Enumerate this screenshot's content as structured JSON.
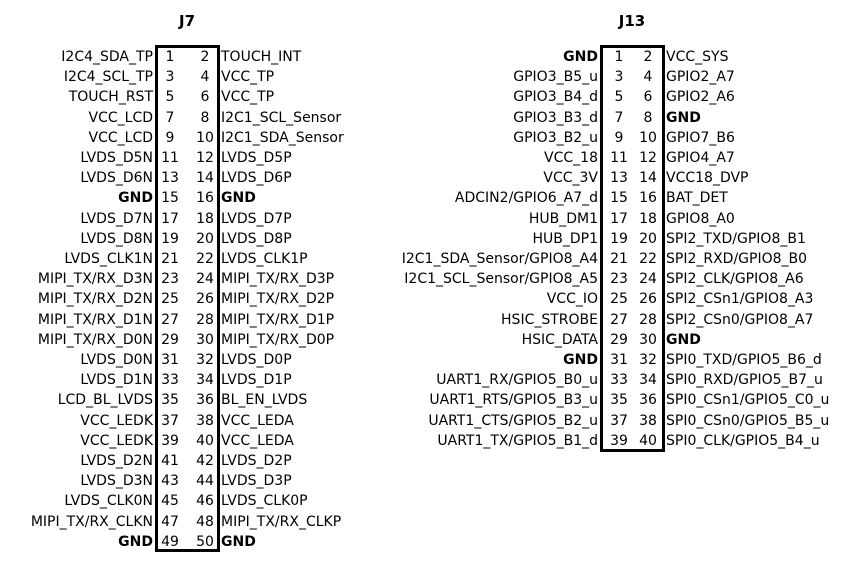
{
  "j7": {
    "title": "J7",
    "rows": [
      {
        "l": "I2C4_SDA_TP",
        "n1": "1",
        "n2": "2",
        "r": "TOUCH_INT"
      },
      {
        "l": "I2C4_SCL_TP",
        "n1": "3",
        "n2": "4",
        "r": "VCC_TP"
      },
      {
        "l": "TOUCH_RST",
        "n1": "5",
        "n2": "6",
        "r": "VCC_TP"
      },
      {
        "l": "VCC_LCD",
        "n1": "7",
        "n2": "8",
        "r": "I2C1_SCL_Sensor"
      },
      {
        "l": "VCC_LCD",
        "n1": "9",
        "n2": "10",
        "r": "I2C1_SDA_Sensor"
      },
      {
        "l": "LVDS_D5N",
        "n1": "11",
        "n2": "12",
        "r": "LVDS_D5P"
      },
      {
        "l": "LVDS_D6N",
        "n1": "13",
        "n2": "14",
        "r": "LVDS_D6P"
      },
      {
        "l": "GND",
        "n1": "15",
        "n2": "16",
        "r": "GND"
      },
      {
        "l": "LVDS_D7N",
        "n1": "17",
        "n2": "18",
        "r": "LVDS_D7P"
      },
      {
        "l": "LVDS_D8N",
        "n1": "19",
        "n2": "20",
        "r": "LVDS_D8P"
      },
      {
        "l": "LVDS_CLK1N",
        "n1": "21",
        "n2": "22",
        "r": "LVDS_CLK1P"
      },
      {
        "l": "MIPI_TX/RX_D3N",
        "n1": "23",
        "n2": "24",
        "r": "MIPI_TX/RX_D3P"
      },
      {
        "l": "MIPI_TX/RX_D2N",
        "n1": "25",
        "n2": "26",
        "r": "MIPI_TX/RX_D2P"
      },
      {
        "l": "MIPI_TX/RX_D1N",
        "n1": "27",
        "n2": "28",
        "r": "MIPI_TX/RX_D1P"
      },
      {
        "l": "MIPI_TX/RX_D0N",
        "n1": "29",
        "n2": "30",
        "r": "MIPI_TX/RX_D0P"
      },
      {
        "l": "LVDS_D0N",
        "n1": "31",
        "n2": "32",
        "r": "LVDS_D0P"
      },
      {
        "l": "LVDS_D1N",
        "n1": "33",
        "n2": "34",
        "r": "LVDS_D1P"
      },
      {
        "l": "LCD_BL_LVDS",
        "n1": "35",
        "n2": "36",
        "r": "BL_EN_LVDS"
      },
      {
        "l": "VCC_LEDK",
        "n1": "37",
        "n2": "38",
        "r": "VCC_LEDA"
      },
      {
        "l": "VCC_LEDK",
        "n1": "39",
        "n2": "40",
        "r": "VCC_LEDA"
      },
      {
        "l": "LVDS_D2N",
        "n1": "41",
        "n2": "42",
        "r": "LVDS_D2P"
      },
      {
        "l": "LVDS_D3N",
        "n1": "43",
        "n2": "44",
        "r": "LVDS_D3P"
      },
      {
        "l": "LVDS_CLK0N",
        "n1": "45",
        "n2": "46",
        "r": "LVDS_CLK0P"
      },
      {
        "l": "MIPI_TX/RX_CLKN",
        "n1": "47",
        "n2": "48",
        "r": "MIPI_TX/RX_CLKP"
      },
      {
        "l": "GND",
        "n1": "49",
        "n2": "50",
        "r": "GND"
      }
    ]
  },
  "j13": {
    "title": "J13",
    "rows": [
      {
        "l": "GND",
        "n1": "1",
        "n2": "2",
        "r": "VCC_SYS"
      },
      {
        "l": "GPIO3_B5_u",
        "n1": "3",
        "n2": "4",
        "r": "GPIO2_A7"
      },
      {
        "l": "GPIO3_B4_d",
        "n1": "5",
        "n2": "6",
        "r": "GPIO2_A6"
      },
      {
        "l": "GPIO3_B3_d",
        "n1": "7",
        "n2": "8",
        "r": "GND"
      },
      {
        "l": "GPIO3_B2_u",
        "n1": "9",
        "n2": "10",
        "r": "GPIO7_B6"
      },
      {
        "l": "VCC_18",
        "n1": "11",
        "n2": "12",
        "r": "GPIO4_A7"
      },
      {
        "l": "VCC_3V",
        "n1": "13",
        "n2": "14",
        "r": "VCC18_DVP"
      },
      {
        "l": "ADCIN2/GPIO6_A7_d",
        "n1": "15",
        "n2": "16",
        "r": "BAT_DET"
      },
      {
        "l": "HUB_DM1",
        "n1": "17",
        "n2": "18",
        "r": "GPIO8_A0"
      },
      {
        "l": "HUB_DP1",
        "n1": "19",
        "n2": "20",
        "r": "SPI2_TXD/GPIO8_B1"
      },
      {
        "l": "I2C1_SDA_Sensor/GPIO8_A4",
        "n1": "21",
        "n2": "22",
        "r": "SPI2_RXD/GPIO8_B0"
      },
      {
        "l": "I2C1_SCL_Sensor/GPIO8_A5",
        "n1": "23",
        "n2": "24",
        "r": "SPI2_CLK/GPIO8_A6"
      },
      {
        "l": "VCC_IO",
        "n1": "25",
        "n2": "26",
        "r": "SPI2_CSn1/GPIO8_A3"
      },
      {
        "l": "HSIC_STROBE",
        "n1": "27",
        "n2": "28",
        "r": "SPI2_CSn0/GPIO8_A7"
      },
      {
        "l": "HSIC_DATA",
        "n1": "29",
        "n2": "30",
        "r": "GND"
      },
      {
        "l": "GND",
        "n1": "31",
        "n2": "32",
        "r": "SPI0_TXD/GPIO5_B6_d"
      },
      {
        "l": "UART1_RX/GPIO5_B0_u",
        "n1": "33",
        "n2": "34",
        "r": "SPI0_RXD/GPIO5_B7_u"
      },
      {
        "l": "UART1_RTS/GPIO5_B3_u",
        "n1": "35",
        "n2": "36",
        "r": "SPI0_CSn1/GPIO5_C0_u"
      },
      {
        "l": "UART1_CTS/GPIO5_B2_u",
        "n1": "37",
        "n2": "38",
        "r": "SPI0_CSn0/GPIO5_B5_u"
      },
      {
        "l": "UART1_TX/GPIO5_B1_d",
        "n1": "39",
        "n2": "40",
        "r": "SPI0_CLK/GPIO5_B4_u"
      }
    ]
  }
}
